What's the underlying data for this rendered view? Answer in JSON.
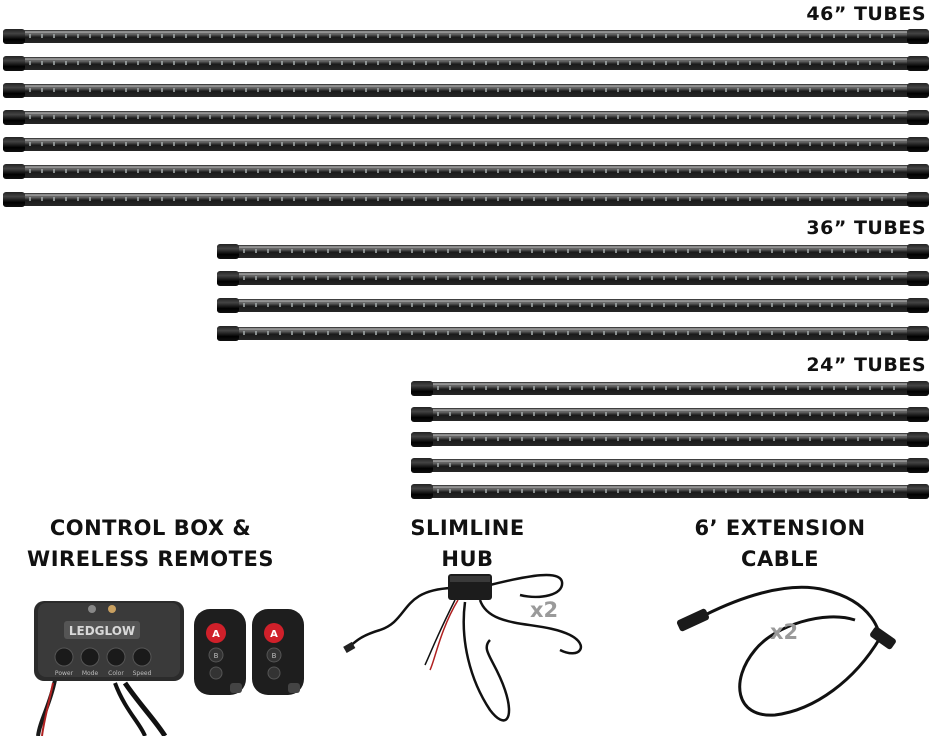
{
  "tube_groups": [
    {
      "label": "46” TUBES",
      "count": 7
    },
    {
      "label": "36” TUBES",
      "count": 4
    },
    {
      "label": "24” TUBES",
      "count": 5
    }
  ],
  "components": {
    "control_box": {
      "title_line1": "CONTROL BOX &",
      "title_line2": "WIRELESS REMOTES",
      "brand": "LEDGLOW",
      "buttons": [
        "Power",
        "Mode",
        "Color",
        "Speed"
      ],
      "remote_buttons": [
        "A",
        "B"
      ]
    },
    "hub": {
      "title_line1": "SLIMLINE",
      "title_line2": "HUB",
      "quantity": "x2"
    },
    "extension": {
      "title_line1": "6’ EXTENSION",
      "title_line2": "CABLE",
      "quantity": "x2"
    }
  },
  "colors": {
    "tube_dark": "#1a1a1a",
    "remote_red": "#d0202a",
    "text": "#111111"
  }
}
